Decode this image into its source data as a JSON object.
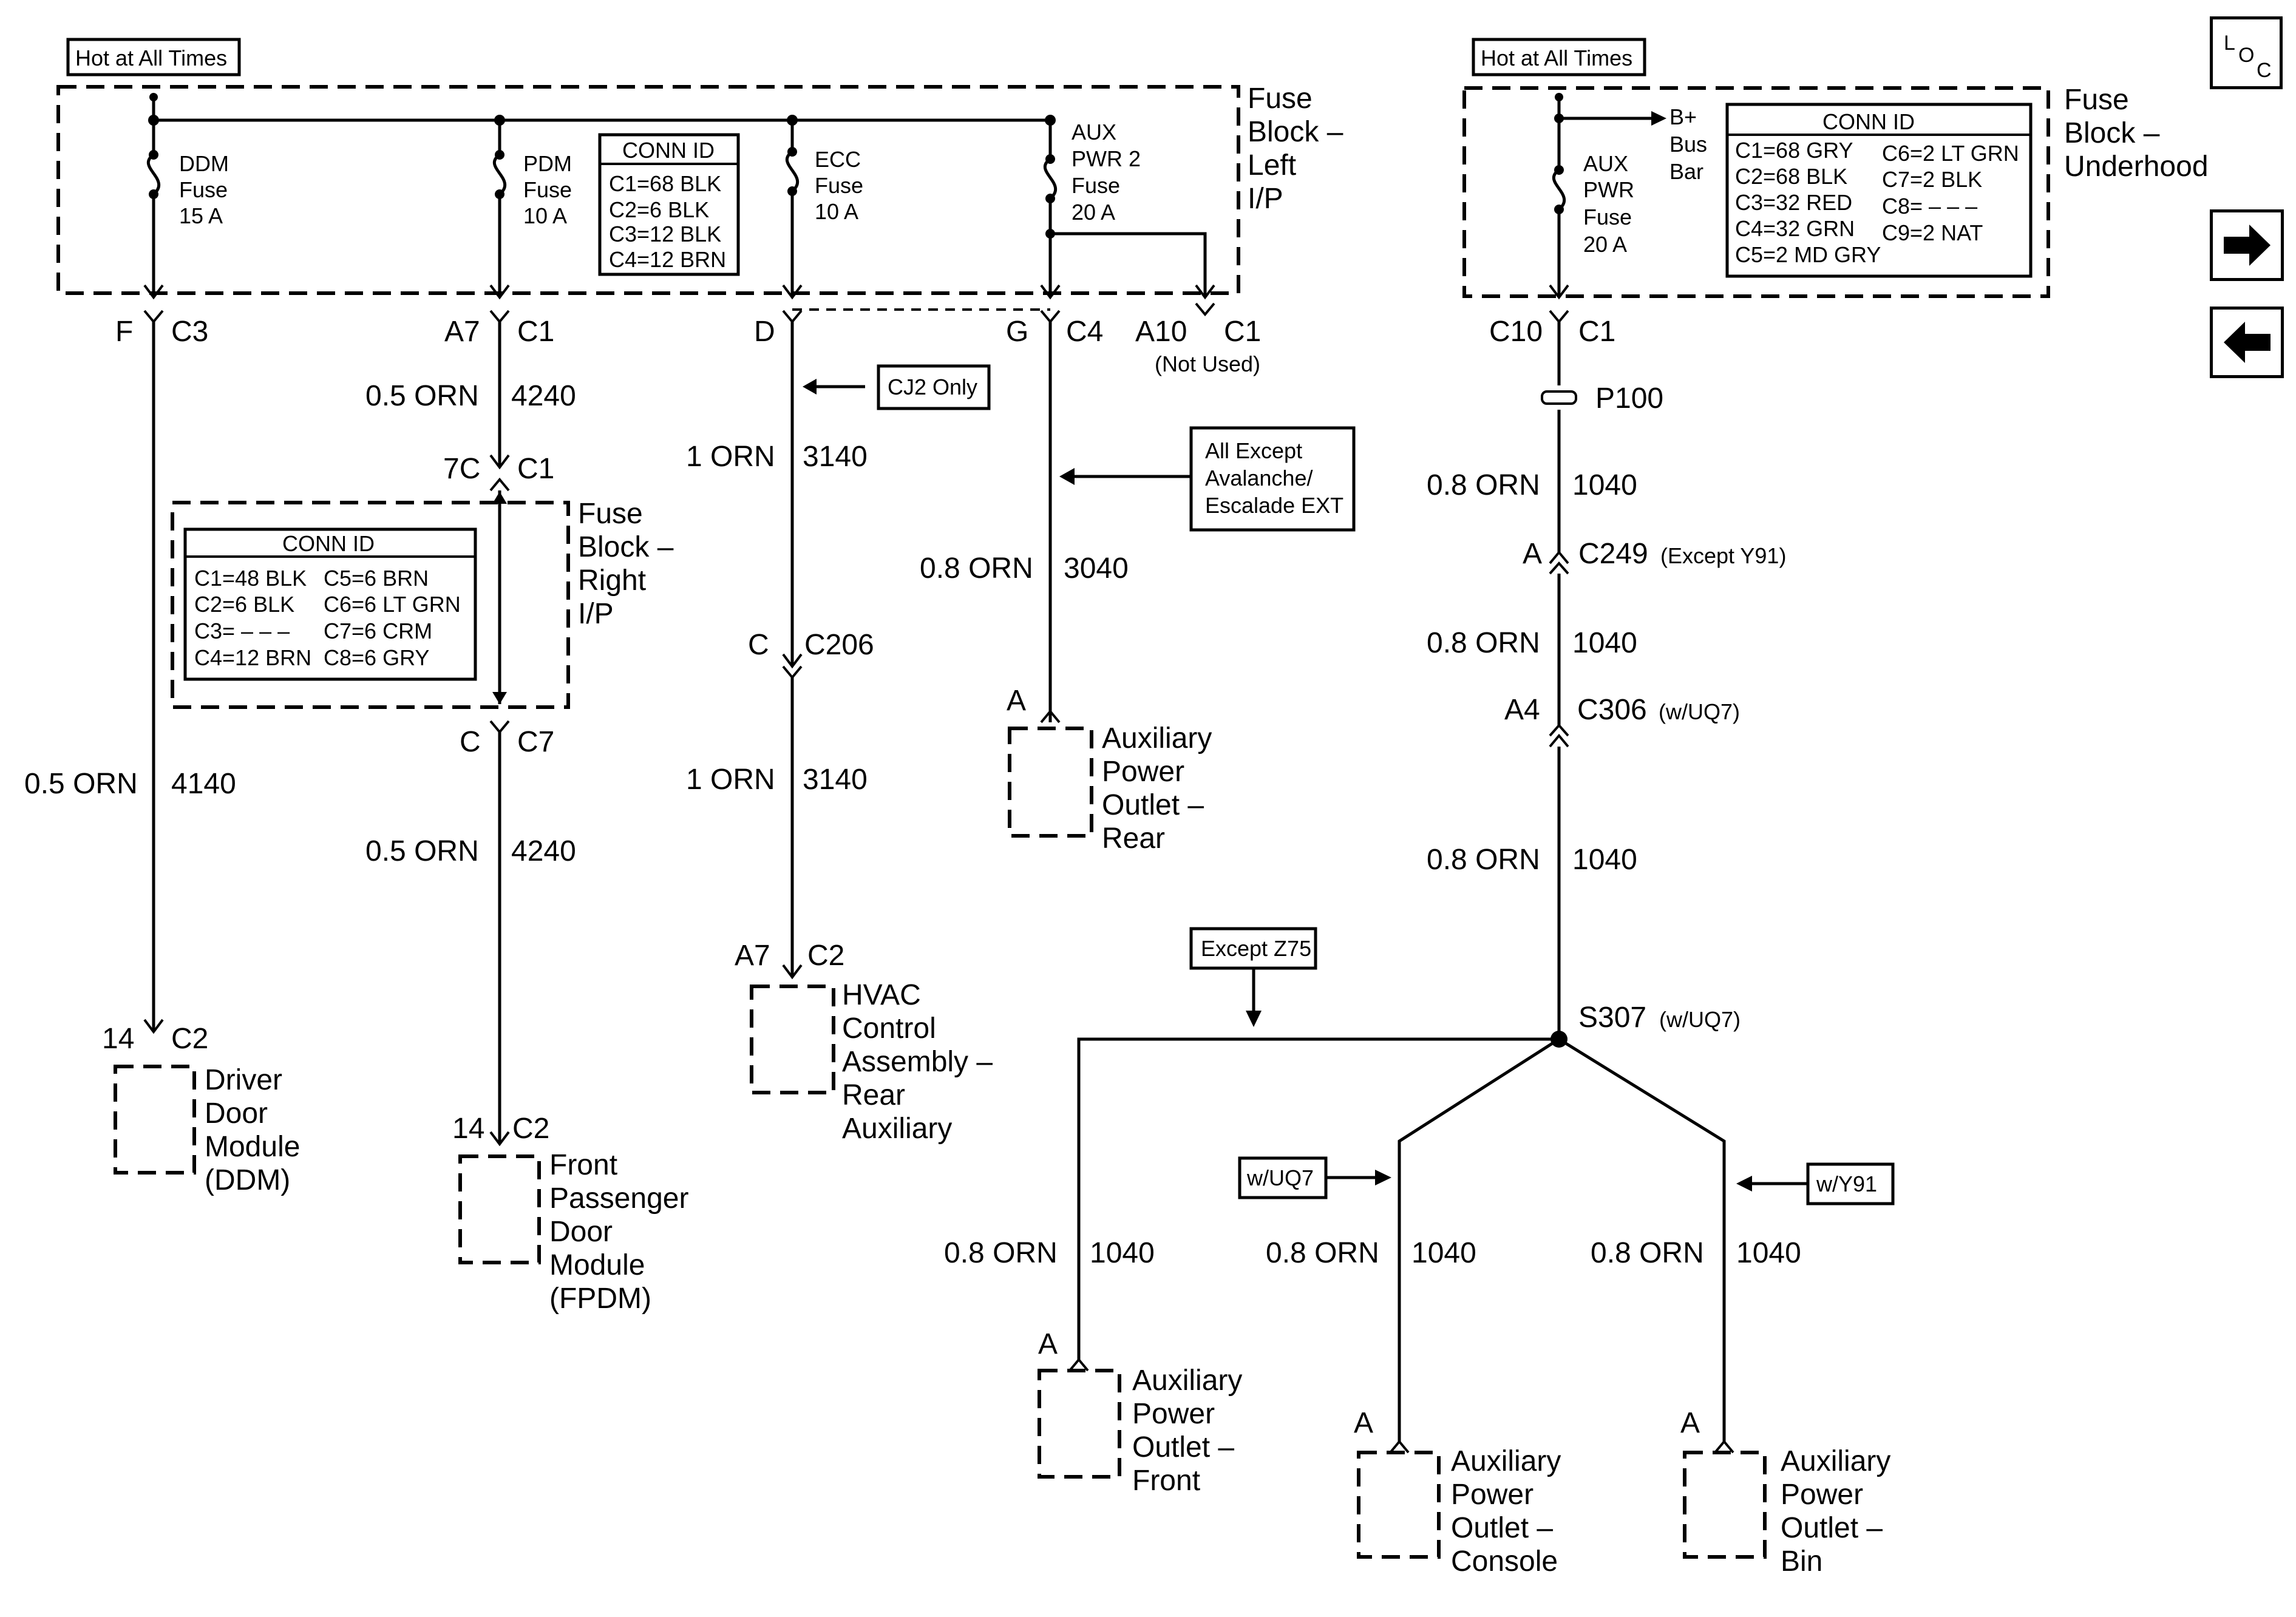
{
  "hot_left": "Hot at All Times",
  "hot_right": "Hot at All Times",
  "fb_left": [
    "Fuse",
    "Block –",
    "Left",
    "I/P"
  ],
  "fb_under": [
    "Fuse",
    "Block –",
    "Underhood"
  ],
  "fb_right": [
    "Fuse",
    "Block –",
    "Right",
    "I/P"
  ],
  "fuses": {
    "ddm": [
      "DDM",
      "Fuse",
      "15 A"
    ],
    "pdm": [
      "PDM",
      "Fuse",
      "10 A"
    ],
    "ecc": [
      "ECC",
      "Fuse",
      "10 A"
    ],
    "aux2": [
      "AUX",
      "PWR 2",
      "Fuse",
      "20 A"
    ],
    "aux": [
      "AUX",
      "PWR",
      "Fuse",
      "20 A"
    ]
  },
  "bus_bar": [
    "B+",
    "Bus",
    "Bar"
  ],
  "conn_left": {
    "title": "CONN ID",
    "rows": [
      "C1=68 BLK",
      "C2=6 BLK",
      "C3=12 BLK",
      "C4=12 BRN"
    ]
  },
  "conn_right": {
    "title": "CONN ID",
    "col1": [
      "C1=68 GRY",
      "C2=68 BLK",
      "C3=32 RED",
      "C4=32 GRN",
      "C5=2 MD GRY"
    ],
    "col2": [
      "C6=2 LT GRN",
      "C7=2 BLK",
      "C8= – – –",
      "C9=2 NAT"
    ]
  },
  "conn_rip": {
    "title": "CONN ID",
    "col1": [
      "C1=48 BLK",
      "C2=6 BLK",
      "C3= – – –",
      "C4=12 BRN"
    ],
    "col2": [
      "C5=6 BRN",
      "C6=6 LT GRN",
      "C7=6 CRM",
      "C8=6 GRY"
    ]
  },
  "labels": {
    "f": "F",
    "c3": "C3",
    "a7": "A7",
    "c1": "C1",
    "d": "D",
    "g": "G",
    "c4": "C4",
    "a10": "A10",
    "c1b": "C1",
    "not_used": "(Not Used)",
    "c10": "C10",
    "c1c": "C1",
    "p100": "P100",
    "w_0_5orn_a": "0.5 ORN",
    "c_4240_a": "4240",
    "p7c": "7C",
    "c1d": "C1",
    "w_1orn_a": "1 ORN",
    "c_3140_a": "3140",
    "w_08orn_b": "0.8 ORN",
    "c_3040": "3040",
    "w_08orn_r1": "0.8 ORN",
    "c_1040_r1": "1040",
    "a_c249": "A",
    "c249": "C249",
    "c249_note": "(Except Y91)",
    "w_08orn_r2": "0.8 ORN",
    "c_1040_r2": "1040",
    "a4": "A4",
    "c306": "C306",
    "c306_note": "(w/UQ7)",
    "w_08orn_r3": "0.8 ORN",
    "c_1040_r3": "1040",
    "c_c206": "C",
    "c206": "C206",
    "w_05orn_ddm": "0.5 ORN",
    "c_4140": "4140",
    "c_c7": "C",
    "c7": "C7",
    "w_05orn_b": "0.5 ORN",
    "c_4240_b": "4240",
    "w_1orn_b": "1 ORN",
    "c_3140_b": "3140",
    "a_rear": "A",
    "a7b": "A7",
    "c2a": "C2",
    "p14a": "14",
    "c2b": "C2",
    "p14b": "14",
    "c2c": "C2",
    "s307": "S307",
    "s307_note": "(w/UQ7)",
    "w_front": "0.8 ORN",
    "c_front": "1040",
    "w_console": "0.8 ORN",
    "c_console": "1040",
    "w_bin": "0.8 ORN",
    "c_bin": "1040",
    "a_front": "A",
    "a_console": "A",
    "a_bin": "A"
  },
  "notes": {
    "cj2": "CJ2 Only",
    "all_except": [
      "All Except",
      "Avalanche/",
      "Escalade EXT"
    ],
    "except_z75": "Except Z75",
    "wuq7": "w/UQ7",
    "wy91": "w/Y91"
  },
  "components": {
    "ddm": [
      "Driver",
      "Door",
      "Module",
      "(DDM)"
    ],
    "fpdm": [
      "Front",
      "Passenger",
      "Door",
      "Module",
      "(FPDM)"
    ],
    "hvac": [
      "HVAC",
      "Control",
      "Assembly –",
      "Rear",
      "Auxiliary"
    ],
    "apo_rear": [
      "Auxiliary",
      "Power",
      "Outlet –",
      "Rear"
    ],
    "apo_front": [
      "Auxiliary",
      "Power",
      "Outlet –",
      "Front"
    ],
    "apo_console": [
      "Auxiliary",
      "Power",
      "Outlet –",
      "Console"
    ],
    "apo_bin": [
      "Auxiliary",
      "Power",
      "Outlet –",
      "Bin"
    ]
  },
  "nav": {
    "loc_icon": "LOC",
    "next": "next-arrow-icon",
    "prev": "prev-arrow-icon"
  }
}
